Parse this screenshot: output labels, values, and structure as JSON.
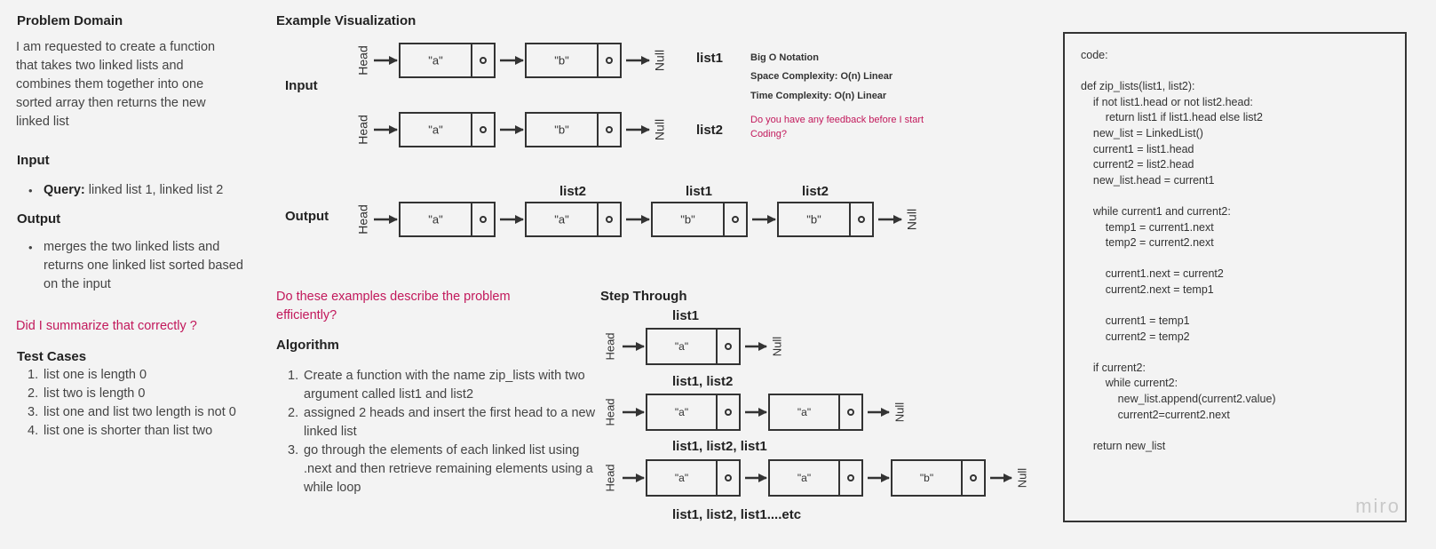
{
  "left": {
    "problem_domain_title": "Problem Domain",
    "problem_domain_text": "I am requested to create a function that takes two linked lists and combines them together into one sorted array then returns the new linked list",
    "input_title": "Input",
    "input_query_label": "Query:",
    "input_query_value": " linked list 1, linked list 2",
    "output_title": "Output",
    "output_item": "merges the two linked lists and returns one linked list sorted based on the input",
    "summary_question": "Did I summarize that correctly ?",
    "test_cases_title": "Test Cases",
    "test_cases": [
      "list one is length 0",
      "list two is length 0",
      "list one and list two length is not 0",
      "list one is shorter than list two"
    ]
  },
  "visual": {
    "title": "Example Visualization",
    "input_label": "Input",
    "output_label": "Output",
    "head_label": "Head",
    "null_label": "Null",
    "list1_label": "list1",
    "list2_label": "list2",
    "node_a": "\"a\"",
    "node_b": "\"b\"",
    "output_labels": [
      "list2",
      "list1",
      "list2"
    ]
  },
  "bigo": {
    "title": "Big O Notation",
    "space": "Space Complexity: O(n) Linear",
    "time": "Time Complexity: O(n) Linear",
    "feedback": "Do you have any feedback before I start Coding?"
  },
  "middle": {
    "examples_question": "Do these examples describe the problem efficiently?",
    "algorithm_title": "Algorithm",
    "algorithm_steps": [
      "Create a function with the name zip_lists with two argument called list1 and list2",
      "assigned 2 heads and insert the first head to a new linked list",
      "go through the elements of each linked list using .next and then retrieve remaining elements using a while loop"
    ]
  },
  "step": {
    "title": "Step Through",
    "label1": "list1",
    "label2": "list1, list2",
    "label3": "list1, list2, list1",
    "label4": "list1, list2, list1....etc"
  },
  "code": {
    "text": "code:\n\ndef zip_lists(list1, list2):\n    if not list1.head or not list2.head:\n        return list1 if list1.head else list2\n    new_list = LinkedList()\n    current1 = list1.head\n    current2 = list2.head\n    new_list.head = current1\n\n    while current1 and current2:\n        temp1 = current1.next\n        temp2 = current2.next\n\n        current1.next = current2\n        current2.next = temp1\n\n        current1 = temp1\n        current2 = temp2\n\n    if current2:\n        while current2:\n            new_list.append(current2.value)\n            current2=current2.next\n\n    return new_list",
    "watermark": "miro"
  }
}
